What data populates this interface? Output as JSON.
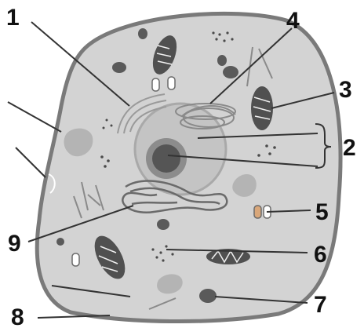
{
  "colors": {
    "cell_fill": "#d3d3d3",
    "cell_stroke": "#7a7a7a",
    "nucleus": "#c4c4c4",
    "nucleolus": "#555555",
    "organelle_dark": "#505050",
    "organelle_light": "#b4b4b4",
    "label_text": "#111111"
  },
  "labels": [
    {
      "id": "1",
      "text": "1"
    },
    {
      "id": "2",
      "text": "2"
    },
    {
      "id": "3",
      "text": "3"
    },
    {
      "id": "4",
      "text": "4"
    },
    {
      "id": "5",
      "text": "5"
    },
    {
      "id": "6",
      "text": "6"
    },
    {
      "id": "7",
      "text": "7"
    },
    {
      "id": "8",
      "text": "8"
    },
    {
      "id": "9",
      "text": "9"
    }
  ]
}
